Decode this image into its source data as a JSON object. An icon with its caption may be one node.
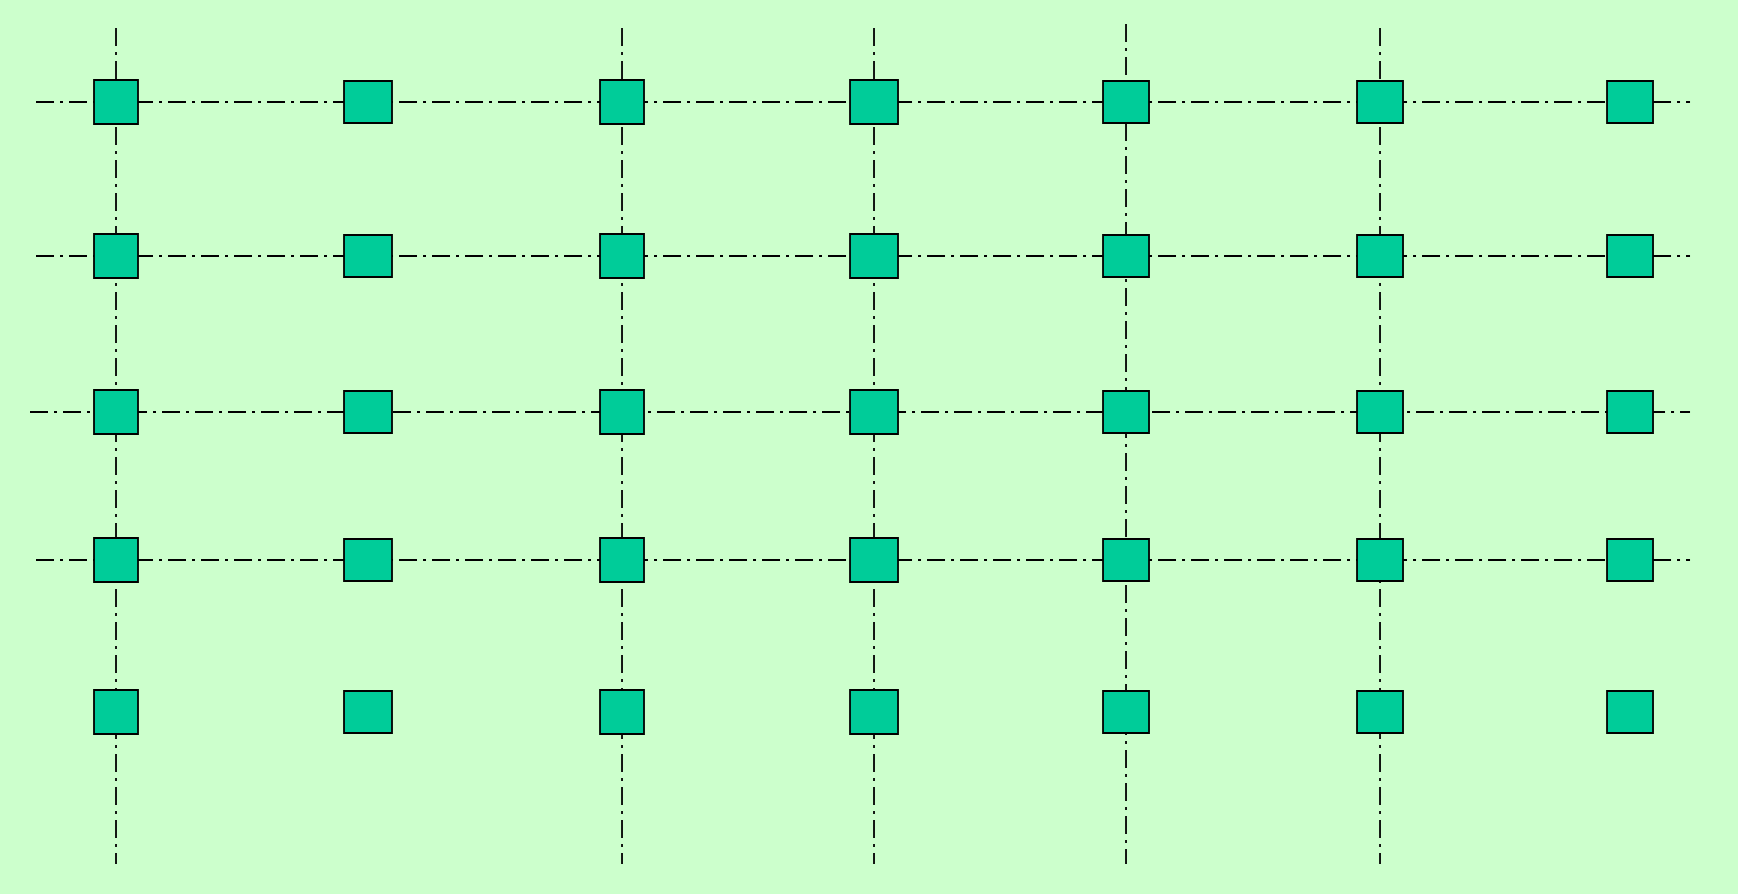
{
  "diagram": {
    "nodes": [
      {
        "text": [],
        "shape": "box"
      },
      {
        "text": [],
        "shape": "box"
      },
      {
        "text": [],
        "shape": "box"
      },
      {
        "text": [],
        "shape": "box"
      },
      {
        "text": [],
        "shape": "box"
      },
      {
        "text": [],
        "shape": "box"
      },
      {
        "text": [],
        "shape": "box"
      },
      {
        "text": [],
        "shape": "box"
      },
      {
        "text": [],
        "shape": "box"
      },
      {
        "text": [],
        "shape": "box"
      },
      {
        "text": [],
        "shape": "box"
      },
      {
        "text": [],
        "shape": "box"
      },
      {
        "text": [],
        "shape": "box"
      },
      {
        "text": [],
        "shape": "box"
      },
      {
        "text": [],
        "shape": "box"
      },
      {
        "text": [],
        "shape": "box"
      },
      {
        "text": [],
        "shape": "box"
      },
      {
        "text": [],
        "shape": "box"
      },
      {
        "text": [],
        "shape": "box"
      },
      {
        "text": [],
        "shape": "box"
      },
      {
        "text": [],
        "shape": "box"
      },
      {
        "text": [],
        "shape": "box"
      },
      {
        "text": [],
        "shape": "box"
      },
      {
        "text": [],
        "shape": "box"
      },
      {
        "text": [],
        "shape": "box"
      },
      {
        "text": [],
        "shape": "box"
      },
      {
        "text": [],
        "shape": "box"
      },
      {
        "text": [],
        "shape": "box"
      },
      {
        "text": [],
        "shape": "box"
      },
      {
        "text": [],
        "shape": "box"
      },
      {
        "text": [],
        "shape": "box"
      },
      {
        "text": [],
        "shape": "box"
      },
      {
        "text": [],
        "shape": "box"
      },
      {
        "text": [],
        "shape": "box"
      },
      {
        "text": [],
        "shape": "box"
      }
    ]
  }
}
